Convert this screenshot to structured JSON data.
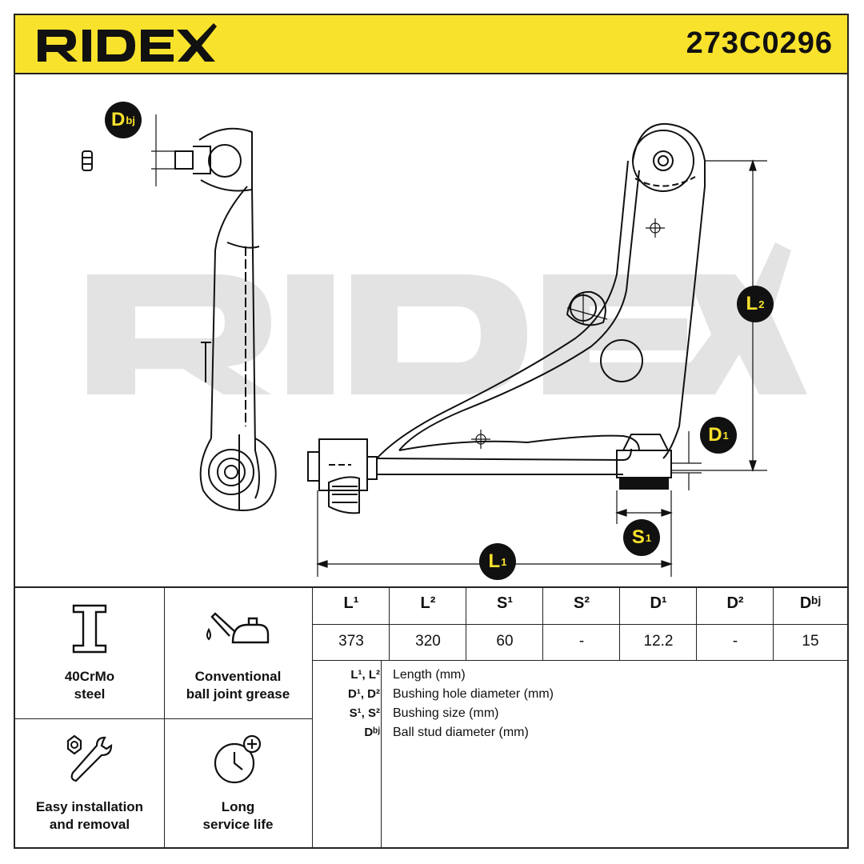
{
  "header": {
    "brand": "RIDEX",
    "part_number": "273C0296",
    "brand_color": "#f9e22c"
  },
  "drawing": {
    "watermark": "RIDEX",
    "labels": {
      "dbj": "D",
      "dbj_sup": "bj",
      "l2": "L",
      "l2_sup": "2",
      "d1": "D",
      "d1_sup": "1",
      "s1": "S",
      "s1_sup": "1",
      "l1": "L",
      "l1_sup": "1"
    }
  },
  "features": [
    {
      "icon": "steel-beam-icon",
      "line1": "40CrMo",
      "line2": "steel"
    },
    {
      "icon": "oil-can-icon",
      "line1": "Conventional",
      "line2": "ball joint grease"
    },
    {
      "icon": "wrench-nut-icon",
      "line1": "Easy installation",
      "line2": "and removal"
    },
    {
      "icon": "clock-plus-icon",
      "line1": "Long",
      "line2": "service life"
    }
  ],
  "spec_table": {
    "headers": [
      "L¹",
      "L²",
      "S¹",
      "S²",
      "D¹",
      "D²",
      "Dᵇʲ"
    ],
    "values": [
      "373",
      "320",
      "60",
      "-",
      "12.2",
      "-",
      "15"
    ]
  },
  "legend": [
    {
      "key": "L¹, L²",
      "desc": "Length (mm)"
    },
    {
      "key": "D¹, D²",
      "desc": "Bushing hole diameter (mm)"
    },
    {
      "key": "S¹, S²",
      "desc": "Bushing size (mm)"
    },
    {
      "key": "Dᵇʲ",
      "desc": "Ball stud diameter (mm)"
    }
  ]
}
